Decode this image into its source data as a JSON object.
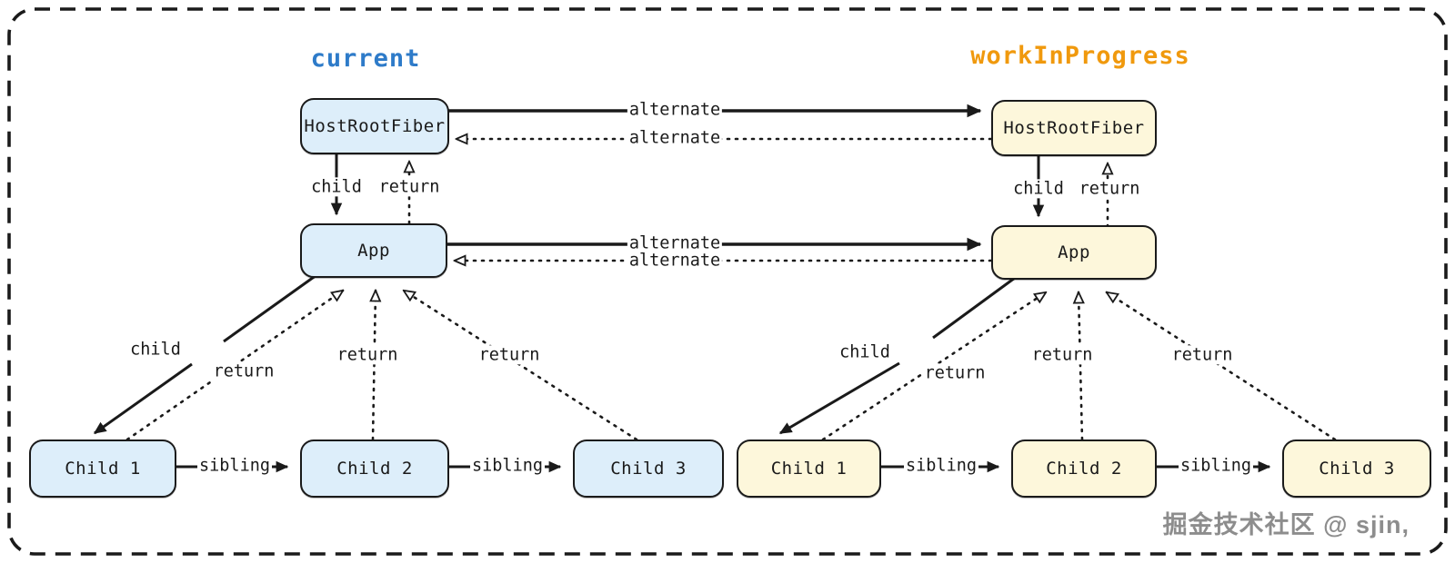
{
  "canvas": {
    "background": "#ffffff",
    "border_color": "#1a1a1a",
    "line_color": "#1a1a1a"
  },
  "left_tree": {
    "title": "current",
    "title_color": "#2e7bc9",
    "node_fill": "#ddeefa",
    "nodes": {
      "root": "HostRootFiber",
      "app": "App",
      "child1": "Child 1",
      "child2": "Child 2",
      "child3": "Child 3"
    }
  },
  "right_tree": {
    "title": "workInProgress",
    "title_color": "#f0990d",
    "node_fill": "#fdf7db",
    "nodes": {
      "root": "HostRootFiber",
      "app": "App",
      "child1": "Child 1",
      "child2": "Child 2",
      "child3": "Child 3"
    }
  },
  "edge_labels": {
    "child": "child",
    "return": "return",
    "sibling": "sibling",
    "alternate": "alternate"
  },
  "watermark": "掘金技术社区 @ sjin,"
}
